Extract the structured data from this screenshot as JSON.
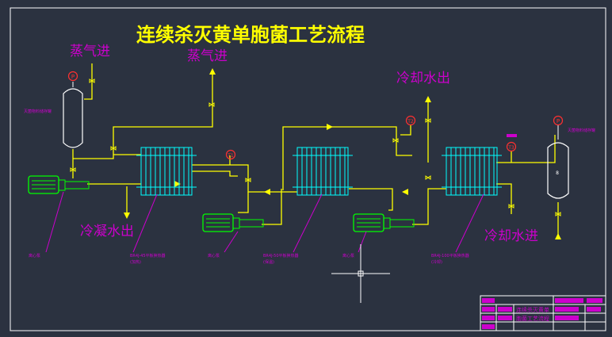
{
  "title": "连续杀灭黄单胞菌工艺流程",
  "labels": {
    "steam_in_left": "蒸气进",
    "steam_in_mid": "蒸气进",
    "cooling_water_out": "冷却水出",
    "condensate_out": "冷凝水出",
    "cooling_water_in": "冷却水进"
  },
  "tags": {
    "left_vessel_pressure": "P",
    "right_vessel_pressure": "P",
    "t1": "T1",
    "t2": "T2",
    "t3": "T3",
    "vessel_number": "8"
  },
  "small_notes": {
    "left_tank": "灭菌物料储存罐",
    "right_tank": "灭菌物料储存罐",
    "pump1": "离心泵",
    "pump2": "离心泵",
    "pump3": "离心泵",
    "hx1": "BR4J-45平板换热器",
    "hx1_sub": "(加热)",
    "hx2": "BR4J-50平板换热器",
    "hx2_sub": "(保温)",
    "hx3": "BR4J-100平板换热器",
    "hx3_sub": "(冷却)"
  },
  "title_block": {
    "line1": "连续杀灭黄单",
    "line2": "胞菌工艺流程"
  },
  "colors": {
    "background": "#2b3240",
    "pipe": "#ffff00",
    "equipment": "#00ffff",
    "pump": "#00ff00",
    "annotation": "#cc00cc",
    "instrument": "#ff3030",
    "title": "#ffff00",
    "frame": "#ffffff"
  }
}
